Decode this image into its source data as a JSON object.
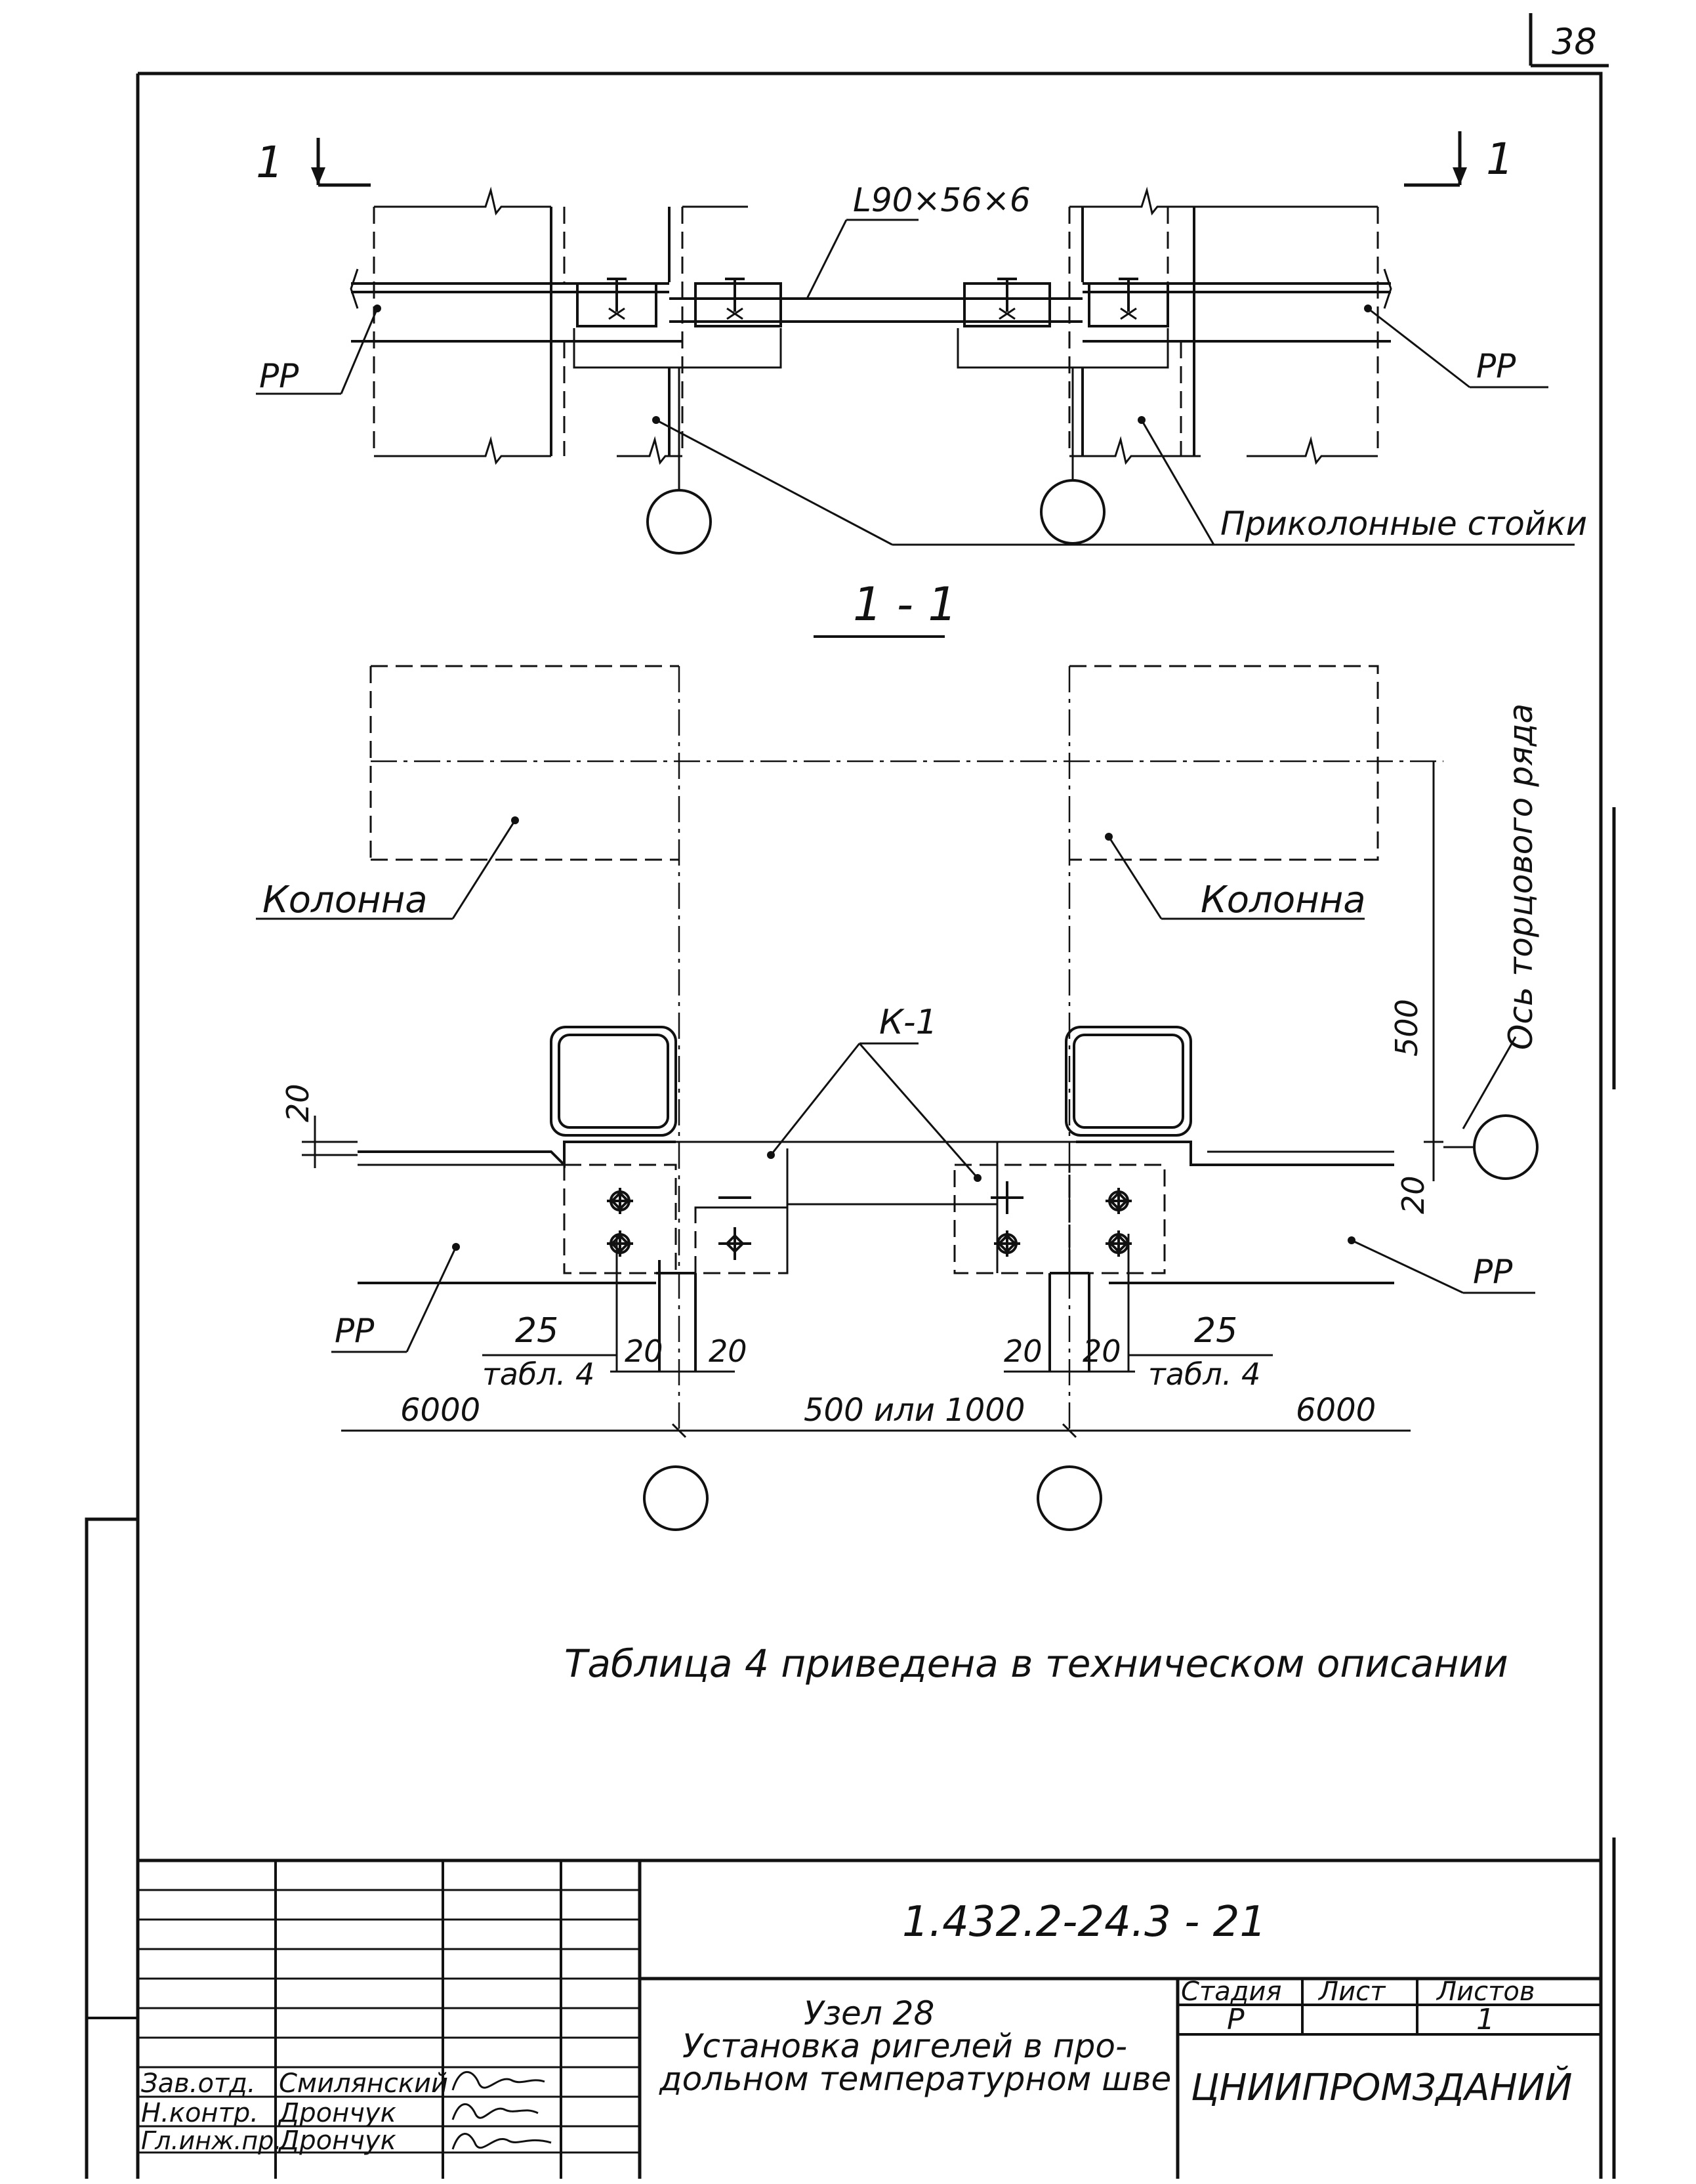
{
  "sheet_number": "38",
  "plan_view": {
    "cut_mark_left": "1",
    "cut_mark_right": "1",
    "angle_label": "L90×56×6",
    "beam_label_left": "РР",
    "beam_label_right": "РР",
    "posts_label": "Приколонные стойки"
  },
  "section": {
    "title": "1 - 1",
    "column_left": "Колонна",
    "column_right": "Колонна",
    "axis_label": "Ось торцового ряда",
    "dim_500_vertical": "500",
    "dim_20_top": "20",
    "dim_20_right": "20",
    "part_k1": "К-1",
    "beam_label_left": "РР",
    "beam_label_right": "РР",
    "dim_25_left": "25",
    "ref_table_left": "табл. 4",
    "dim_20_a": "20",
    "dim_20_b": "20",
    "dim_20_c": "20",
    "dim_20_d": "20",
    "dim_25_right": "25",
    "ref_table_right": "табл. 4",
    "span_left": "6000",
    "span_middle": "500 или 1000",
    "span_right": "6000"
  },
  "note": "Таблица 4 приведена в техническом описании",
  "title_block": {
    "document_code": "1.432.2-24.3 - 21",
    "title_line1": "Узел 28",
    "title_line2": "Установка ригелей в про-",
    "title_line3": "дольном температурном шве",
    "header_stage": "Стадия",
    "header_sheet": "Лист",
    "header_sheets": "Листов",
    "stage_value": "Р",
    "sheet_value": "",
    "sheets_value": "1",
    "organization": "ЦНИИПРОМЗДАНИЙ",
    "rows": [
      {
        "role": "Зав.отд.",
        "name": "Смилянский"
      },
      {
        "role": "Н.контр.",
        "name": "Дрончук"
      },
      {
        "role": "Гл.инж.пр.",
        "name": "Дрончук"
      }
    ]
  }
}
